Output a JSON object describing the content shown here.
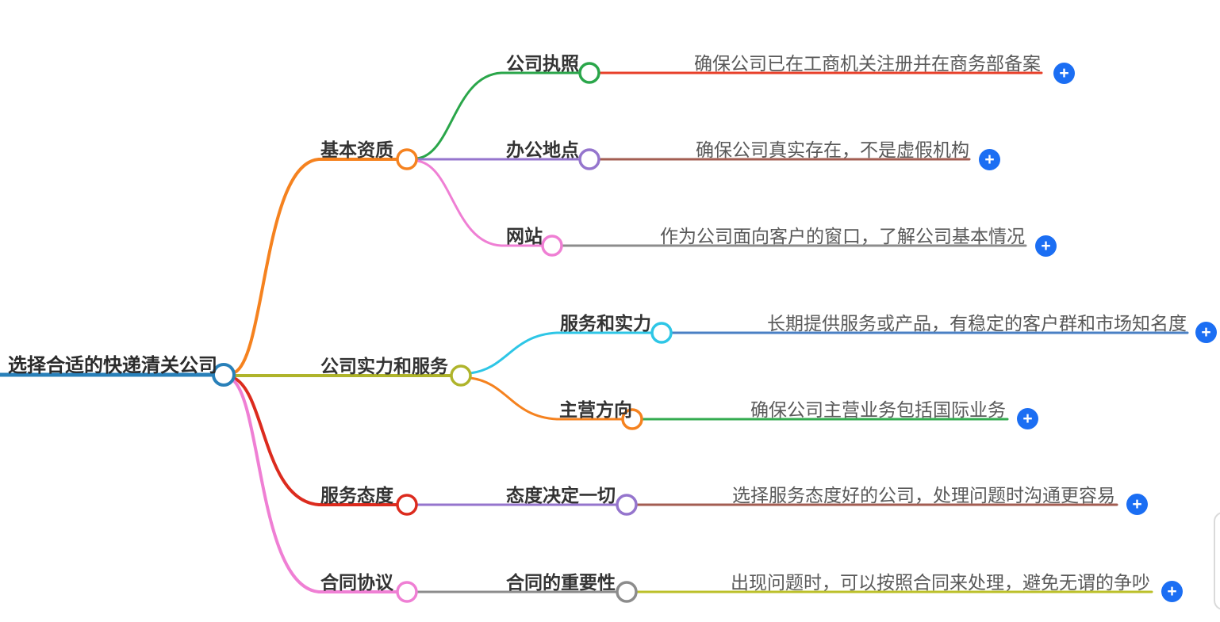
{
  "canvas": {
    "background": "#ffffff"
  },
  "ui": {
    "plus_glyph": "+",
    "add_button_color": "#1b6ef3",
    "topic_text_color": "#333333",
    "note_text_color": "#595959"
  },
  "root": {
    "label": "选择合适的快递清关公司",
    "color": "#2980b9"
  },
  "branches": [
    {
      "label": "基本资质",
      "color": "#f5821f",
      "children": [
        {
          "label": "公司执照",
          "color": "#2aa64a",
          "note": {
            "text": "确保公司已在工商机关注册并在商务部备案",
            "color": "#e8402a"
          }
        },
        {
          "label": "办公地点",
          "color": "#9575cd",
          "note": {
            "text": "确保公司真实存在，不是虚假机构",
            "color": "#a35d52"
          }
        },
        {
          "label": "网站",
          "color": "#ef7fd4",
          "note": {
            "text": "作为公司面向客户的窗口，了解公司基本情况",
            "color": "#8c8c8c"
          }
        }
      ]
    },
    {
      "label": "公司实力和服务",
      "color": "#afb42b",
      "children": [
        {
          "label": "服务和实力",
          "color": "#2ec6e6",
          "note": {
            "text": "长期提供服务或产品，有稳定的客户群和市场知名度",
            "color": "#4a80c4"
          }
        },
        {
          "label": "主营方向",
          "color": "#f5821f",
          "note": {
            "text": "确保公司主营业务包括国际业务",
            "color": "#33ab4f"
          }
        }
      ]
    },
    {
      "label": "服务态度",
      "color": "#dc2b1e",
      "children": [
        {
          "label": "态度决定一切",
          "color": "#9575cd",
          "note": {
            "text": "选择服务态度好的公司，处理问题时沟通更容易",
            "color": "#a35d52"
          }
        }
      ]
    },
    {
      "label": "合同协议",
      "color": "#ef7fd4",
      "children": [
        {
          "label": "合同的重要性",
          "color": "#8c8c8c",
          "note": {
            "text": "出现问题时，可以按照合同来处理，避免无谓的争吵",
            "color": "#bcc02a"
          }
        }
      ]
    }
  ]
}
